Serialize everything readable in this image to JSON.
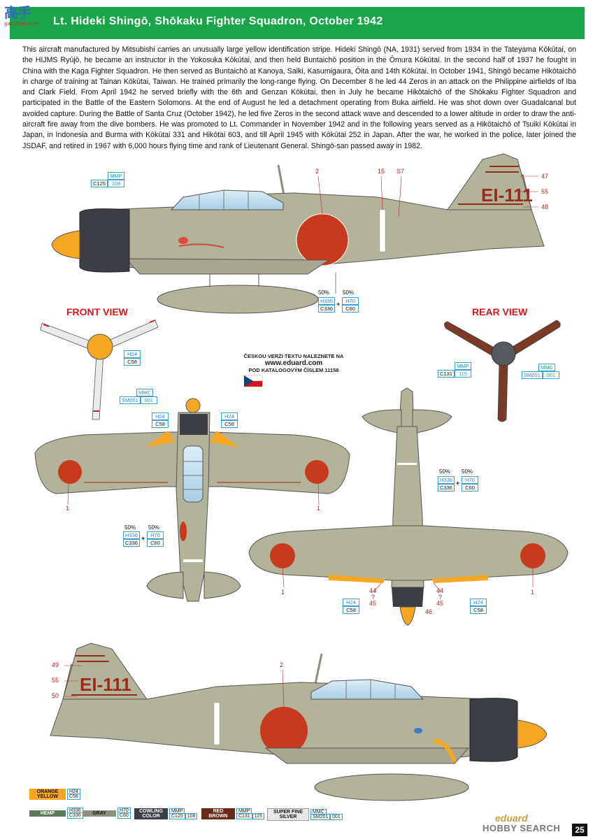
{
  "watermark": {
    "text": "高手",
    "sub": "gao.shou.com"
  },
  "header": {
    "title": "Lt. Hideki Shingō, Shōkaku Fighter Squadron, October 1942"
  },
  "description": "This aircraft manufactured by Mitsubishi carries an unusually large yellow identification stripe. Hideki Shingō (NA, 1931) served from 1934 in the Tateyama Kōkūtai, on the HIJMS Ryūjō, he became an instructor in the Yokosuka Kōkūtai, and then held Buntaichō position in the Ōmura Kōkūtai. In the second half of 1937 he fought in China with the Kaga Fighter Squadron. He then served as Buntaichō at Kanoya, Saiki, Kasumigaura, Ōita and 14th Kōkūtai. In October 1941, Shingō became Hikōtaichō in charge of training at Tainan Kōkūtai, Taiwan. He trained primarily the long-range flying. On December 8 he led 44 Zeros in an attack on the Philippine airfields of Iba and Clark Field. From April 1942 he served briefly with the 6th and Genzan Kōkūtai, then in July he became Hikōtaichō of the Shōkaku Fighter Squadron and participated in the Battle of the Eastern Solomons. At the end of August he led a detachment operating from Buka airfield. He was shot down over Guadalcanal but avoided capture. During the Battle of Santa Cruz (October 1942), he led five Zeros in the second attack wave and descended to a lower altitude in order to draw the anti-aircraft fire away from the dive bombers. He was promoted to Lt. Commander in November 1942 and in the following years served as a Hikōtaichō of Tsuiki Kōkūtai in Japan, in Indonesia and Burma with Kōkūtai 331 and Hikōtai 603, and till April 1945 with Kōkūtai 252 in Japan. After the war, he worked in the police, later joined the JSDAF, and retired in 1967 with 6,000 hours flying time and rank of Lieutenant General. Shingō-san passed away in 1982.",
  "tail_code": "EI-111",
  "views": {
    "front": "FRONT VIEW",
    "rear": "REAR VIEW"
  },
  "czech_notice": {
    "line1": "ČESKOU VERZI TEXTU NALEZNETE NA",
    "url": "www.eduard.com",
    "line3": "POD KATALOGOVÝM ČÍSLEM 11158"
  },
  "codes": {
    "cowling": {
      "mmp": "MMP",
      "c": "C125",
      "n": "108"
    },
    "hemp_mix": {
      "pct1": "50%",
      "pct2": "50%",
      "h1": "H336",
      "c1": "C336",
      "h2": "H70",
      "c2": "C60"
    },
    "orange": {
      "h": "H24",
      "c": "C58"
    },
    "silver": {
      "sm": "SM201",
      "mmc": "MMC",
      "n": "001"
    },
    "brown": {
      "mmp": "MMP",
      "c": "C131",
      "n": "115"
    }
  },
  "callouts": {
    "side_top": [
      "2",
      "15",
      "S7",
      "47",
      "55",
      "48"
    ],
    "plan": [
      "1",
      "1"
    ],
    "under": [
      "1",
      "1",
      "44",
      "?",
      "45",
      "44",
      "?",
      "45",
      "46"
    ],
    "side_bottom": [
      "49",
      "55",
      "50",
      "2"
    ]
  },
  "legend": [
    {
      "name": "ORANGE YELLOW",
      "codes": [
        "H24",
        "C58"
      ],
      "color": "#f5a623"
    },
    {
      "name": "HEMP",
      "codes": [
        "H336",
        "C336"
      ],
      "color": "#5c7a5a"
    },
    {
      "name": "GRAY",
      "codes": [
        "H70",
        "C60"
      ],
      "color": "#8e8f7e"
    },
    {
      "name": "COWLING COLOR",
      "codes": [
        "MMP",
        "C125",
        "108"
      ],
      "color": "#3b3e45"
    },
    {
      "name": "RED BROWN",
      "codes": [
        "MMP",
        "C131",
        "115"
      ],
      "color": "#6a2a1a"
    },
    {
      "name": "SUPER FINE SILVER",
      "codes": [
        "SM201",
        "MMC",
        "001"
      ],
      "color": "#e8e8e8"
    }
  ],
  "brand": {
    "top": "eduard",
    "bottom": "HOBBY SEARCH"
  },
  "page_number": "25"
}
